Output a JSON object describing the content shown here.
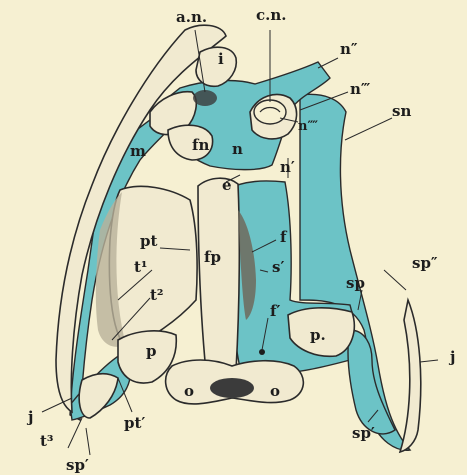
{
  "colors": {
    "background": "#f6f0d2",
    "cartilage": "#6cc3c6",
    "bone": "#f1ead0",
    "ink": "#1d1d1d"
  },
  "labels": {
    "an": "a.n.",
    "cn": "c.n.",
    "n2": "n″",
    "n3": "n‴",
    "n4": "n⁗",
    "i": "i",
    "sn": "sn",
    "fn": "fn",
    "n": "n",
    "m": "m",
    "n1": "n′",
    "e": "e",
    "pt": "pt",
    "fp": "fp",
    "f": "f",
    "s1": "s′",
    "t1": "t¹",
    "t2": "t²",
    "sp": "sp",
    "sp2": "sp″",
    "f1": "f′",
    "p": "p",
    "pdot": "p.",
    "j_left": "j",
    "j_right": "j",
    "o_left": "o",
    "o_right": "o",
    "pt1": "pt′",
    "t3": "t³",
    "sp1_bottom": "sp′",
    "sp1_right": "sp′"
  }
}
